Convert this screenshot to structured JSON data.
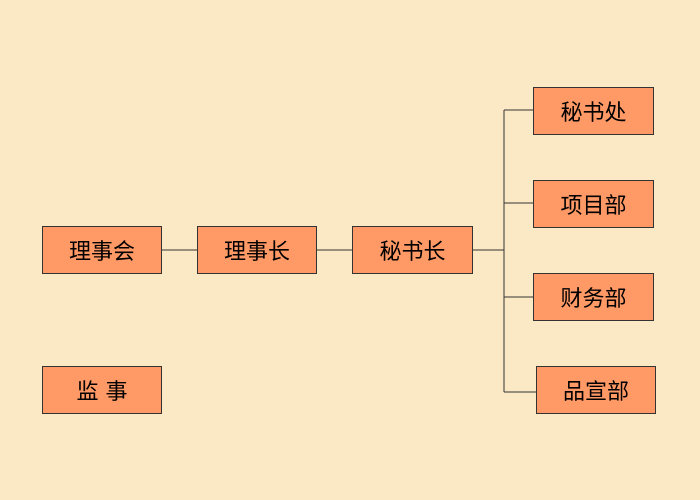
{
  "nodes": {
    "council": "理事会",
    "chairman": "理事长",
    "secretary_general": "秘书长",
    "secretariat": "秘书处",
    "projects_dept": "项目部",
    "finance_dept": "财务部",
    "publicity_dept": "品宣部",
    "supervisor": "监 事"
  },
  "colors": {
    "background": "#fbe8c4",
    "box_fill": "#ff9966",
    "box_border": "#333333",
    "line": "#333333"
  }
}
